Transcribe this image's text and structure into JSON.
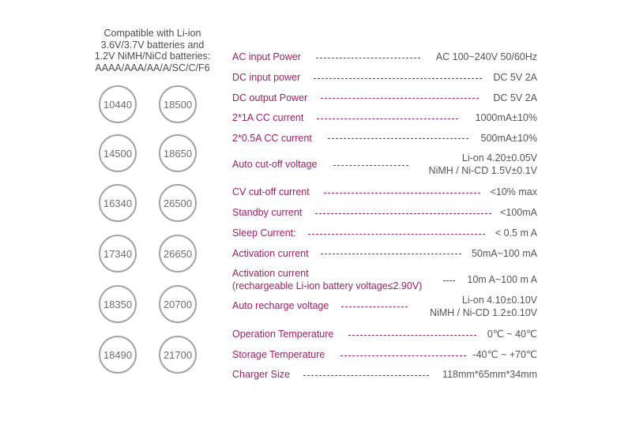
{
  "compatibility": {
    "lines": [
      "Compatible with Li-ion",
      "3.6V/3.7V batteries and",
      "1.2V NiMH/NiCd batteries:",
      "AAAA/AAA/AA/A/SC/C/F6"
    ]
  },
  "battery_sizes": [
    "10440",
    "18500",
    "14500",
    "18650",
    "16340",
    "26500",
    "17340",
    "26650",
    "18350",
    "20700",
    "18490",
    "21700"
  ],
  "specs": [
    {
      "label": [
        "AC input Power"
      ],
      "value": [
        "AC 100~240V 50/60Hz"
      ]
    },
    {
      "label": [
        "DC input power"
      ],
      "value": [
        "DC 5V 2A"
      ]
    },
    {
      "label": [
        "DC output Power"
      ],
      "value": [
        "DC 5V 2A"
      ]
    },
    {
      "label": [
        "2*1A CC current"
      ],
      "value": [
        "1000mA±10%"
      ]
    },
    {
      "label": [
        "2*0.5A CC current"
      ],
      "value": [
        "500mA±10%"
      ]
    },
    {
      "label": [
        "Auto cut-off voltage"
      ],
      "value": [
        "Li-on 4.20±0.05V",
        "NiMH / Ni-CD 1.5V±0.1V"
      ]
    },
    {
      "label": [
        "CV cut-off current"
      ],
      "value": [
        "<10% max"
      ]
    },
    {
      "label": [
        "Standby current"
      ],
      "value": [
        "<100mA"
      ]
    },
    {
      "label": [
        "Sleep Current:"
      ],
      "value": [
        "< 0.5 m A"
      ]
    },
    {
      "label": [
        "Activation current"
      ],
      "value": [
        "50mA~100 mA"
      ]
    },
    {
      "label": [
        "Activation current",
        "(rechargeable Li-ion battery voltage≤2.90V)"
      ],
      "value": [
        "10m A~100 m A"
      ]
    },
    {
      "label": [
        "Auto recharge voltage"
      ],
      "value": [
        "Li-on 4.10±0.10V",
        "NiMH / Ni-CD 1.2±0.10V"
      ]
    },
    {
      "label": [
        "Operation Temperature"
      ],
      "value": [
        "0℃ ~ 40℃"
      ]
    },
    {
      "label": [
        "Storage Temperature"
      ],
      "value": [
        "-40℃ ~ +70℃"
      ]
    },
    {
      "label": [
        "Charger Size"
      ],
      "value": [
        "118mm*65mm*34mm"
      ]
    }
  ],
  "colors": {
    "label": "#9e1f63",
    "value": "#555555",
    "circle_border": "#a3a3a3"
  }
}
